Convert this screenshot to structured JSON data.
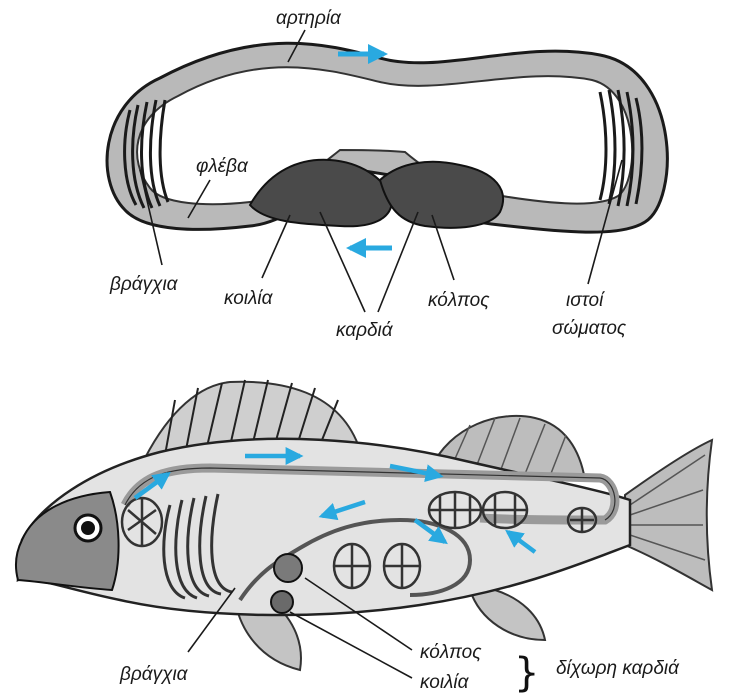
{
  "top_diagram": {
    "labels": {
      "artery": "αρτηρία",
      "vein": "φλέβα",
      "gills": "βράγχια",
      "ventricle": "κοιλία",
      "heart": "καρδιά",
      "atrium": "κόλπος",
      "body_tissues_line1": "ιστοί",
      "body_tissues_line2": "σώματος"
    }
  },
  "bottom_diagram": {
    "labels": {
      "gills": "βράγχια",
      "atrium": "κόλπος",
      "ventricle": "κοιλία",
      "two_chambered_heart": "δίχωρη καρδιά"
    }
  },
  "colors": {
    "flow_arrow": "#29a9e0",
    "vessel": "#8f8f8f",
    "heart": "#3a3a3a",
    "outline": "#1a1a1a"
  }
}
